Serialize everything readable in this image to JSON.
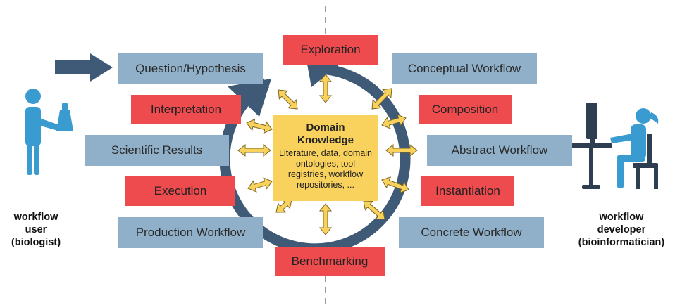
{
  "left_boxes": [
    {
      "id": "question-hypothesis",
      "label": "Question/Hypothesis",
      "kind": "blue"
    },
    {
      "id": "interpretation",
      "label": "Interpretation",
      "kind": "red"
    },
    {
      "id": "scientific-results",
      "label": "Scientific Results",
      "kind": "blue"
    },
    {
      "id": "execution",
      "label": "Execution",
      "kind": "red"
    },
    {
      "id": "production-workflow",
      "label": "Production Workflow",
      "kind": "blue"
    }
  ],
  "right_boxes": [
    {
      "id": "conceptual-workflow",
      "label": "Conceptual Workflow",
      "kind": "blue"
    },
    {
      "id": "composition",
      "label": "Composition",
      "kind": "red"
    },
    {
      "id": "abstract-workflow",
      "label": "Abstract Workflow",
      "kind": "blue"
    },
    {
      "id": "instantiation",
      "label": "Instantiation",
      "kind": "red"
    },
    {
      "id": "concrete-workflow",
      "label": "Concrete Workflow",
      "kind": "blue"
    }
  ],
  "top_box": {
    "label": "Exploration"
  },
  "bottom_box": {
    "label": "Benchmarking"
  },
  "center": {
    "title_line1": "Domain",
    "title_line2": "Knowledge",
    "body": "Literature, data, domain ontologies, tool registries, workflow repositories, ..."
  },
  "user": {
    "line1": "workflow",
    "line2": "user",
    "line3": "(biologist)"
  },
  "developer": {
    "line1": "workflow",
    "line2": "developer",
    "line3": "(bioinformatician)"
  },
  "colors": {
    "blue_box": "#8fb0c8",
    "red_box": "#ee4b4f",
    "center_box": "#f9d25d",
    "cycle": "#3f5a76",
    "person": "#3a9bd0",
    "arrow_fill": "#f9d25d",
    "arrow_stroke": "#7a6520"
  }
}
